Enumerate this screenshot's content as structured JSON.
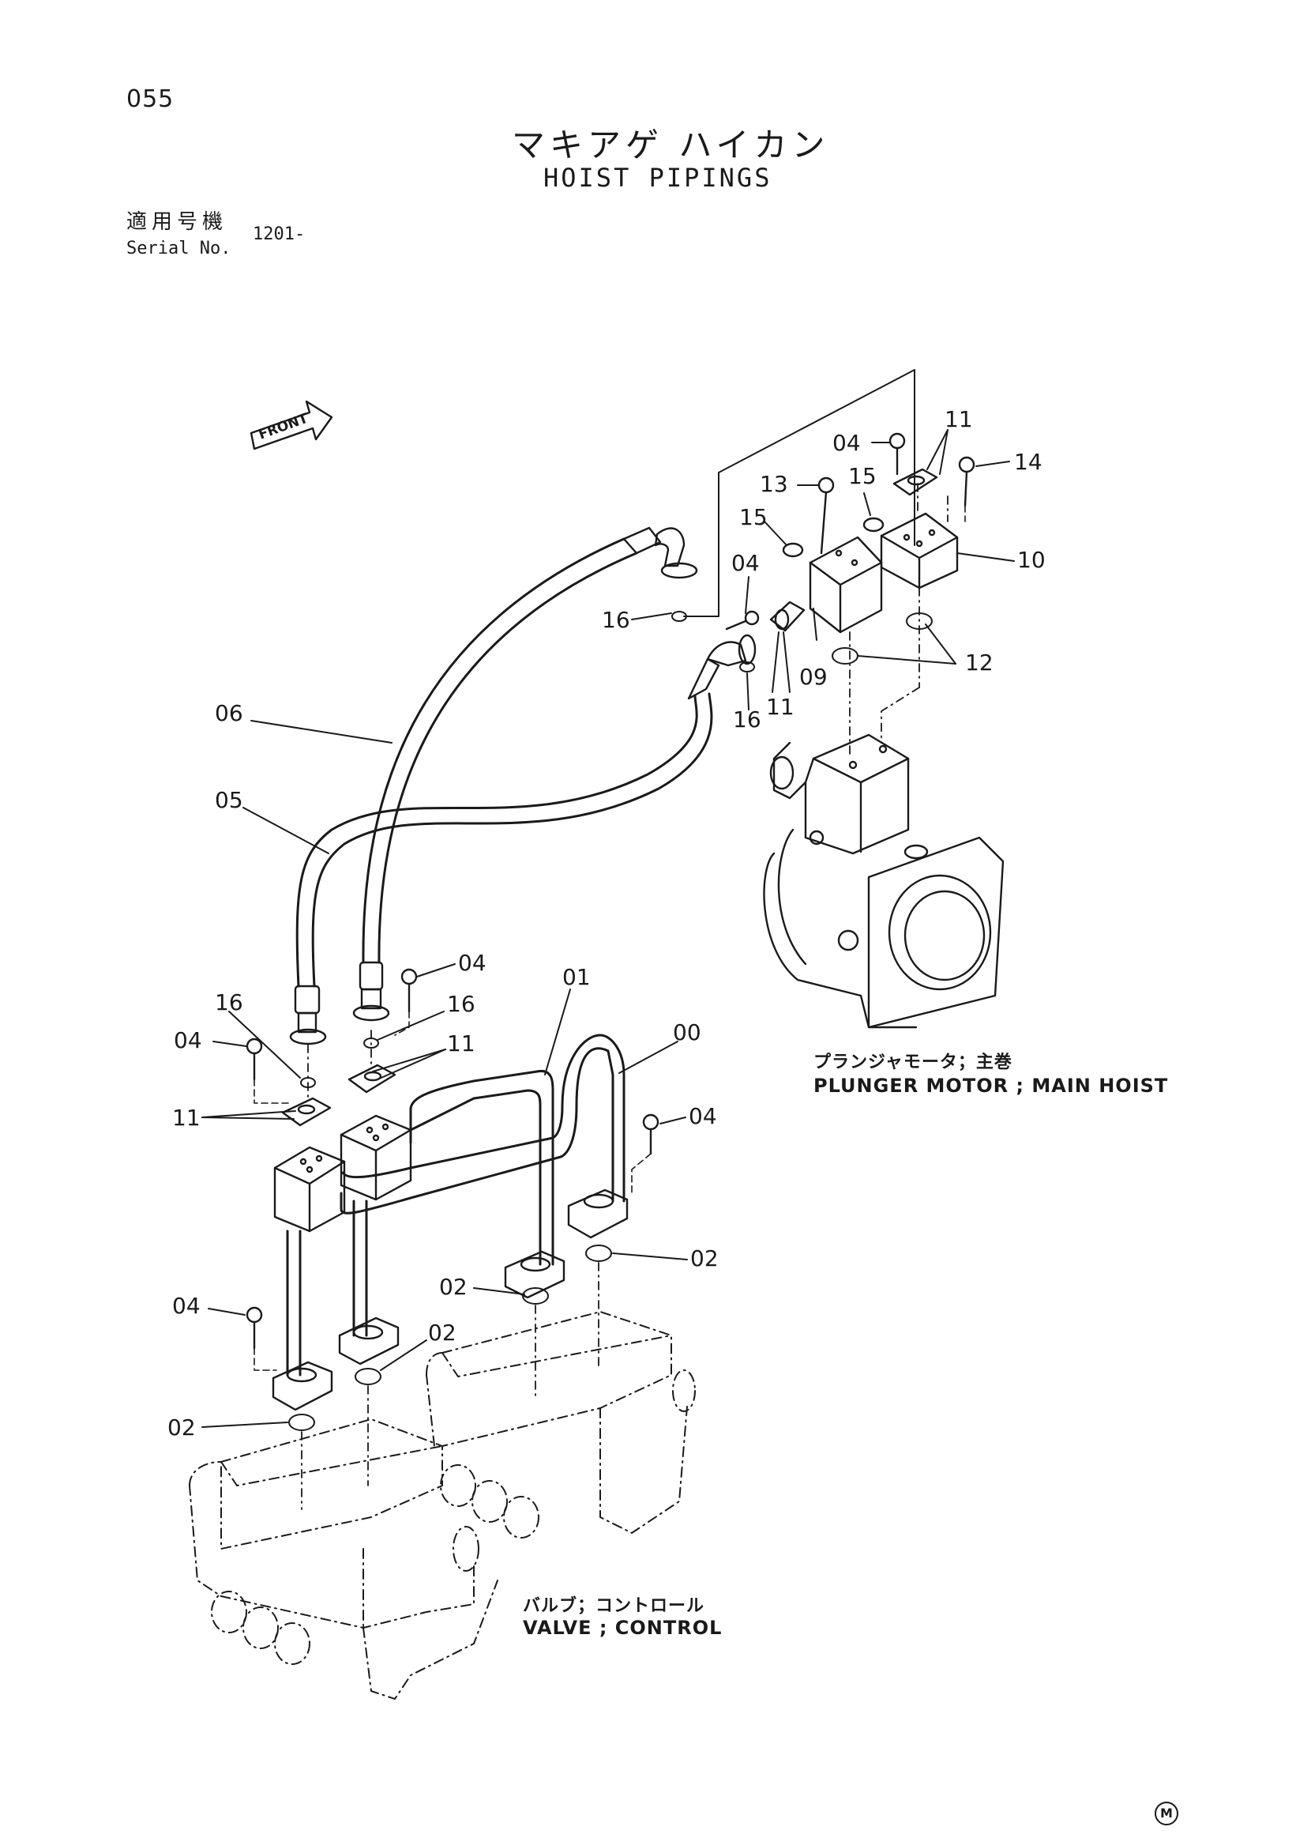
{
  "page_number": "055",
  "title": {
    "japanese": "マキアゲ ハイカン",
    "english": "HOIST PIPINGS"
  },
  "serial": {
    "label_jp": "適用号機",
    "label_en": "Serial No.",
    "value": "1201-"
  },
  "front_label": "FRONT",
  "components": {
    "motor": {
      "jp": "プランジャモータ；主巻",
      "en": "PLUNGER MOTOR ; MAIN HOIST"
    },
    "valve": {
      "jp": "バルブ；コントロール",
      "en": "VALVE ; CONTROL"
    }
  },
  "callouts": [
    {
      "id": "c-04-a",
      "label": "04"
    },
    {
      "id": "c-11-a",
      "label": "11"
    },
    {
      "id": "c-14",
      "label": "14"
    },
    {
      "id": "c-13",
      "label": "13"
    },
    {
      "id": "c-15-a",
      "label": "15"
    },
    {
      "id": "c-15-b",
      "label": "15"
    },
    {
      "id": "c-10",
      "label": "10"
    },
    {
      "id": "c-04-b",
      "label": "04"
    },
    {
      "id": "c-16-a",
      "label": "16"
    },
    {
      "id": "c-09",
      "label": "09"
    },
    {
      "id": "c-12",
      "label": "12"
    },
    {
      "id": "c-11-b",
      "label": "11"
    },
    {
      "id": "c-16-b",
      "label": "16"
    },
    {
      "id": "c-06",
      "label": "06"
    },
    {
      "id": "c-05",
      "label": "05"
    },
    {
      "id": "c-04-c",
      "label": "04"
    },
    {
      "id": "c-01",
      "label": "01"
    },
    {
      "id": "c-16-c",
      "label": "16"
    },
    {
      "id": "c-16-d",
      "label": "16"
    },
    {
      "id": "c-00",
      "label": "00"
    },
    {
      "id": "c-04-d",
      "label": "04"
    },
    {
      "id": "c-11-c",
      "label": "11"
    },
    {
      "id": "c-11-d",
      "label": "11"
    },
    {
      "id": "c-04-e",
      "label": "04"
    },
    {
      "id": "c-02-a",
      "label": "02"
    },
    {
      "id": "c-02-b",
      "label": "02"
    },
    {
      "id": "c-04-f",
      "label": "04"
    },
    {
      "id": "c-02-c",
      "label": "02"
    },
    {
      "id": "c-02-d",
      "label": "02"
    }
  ],
  "footer_mark": "M"
}
